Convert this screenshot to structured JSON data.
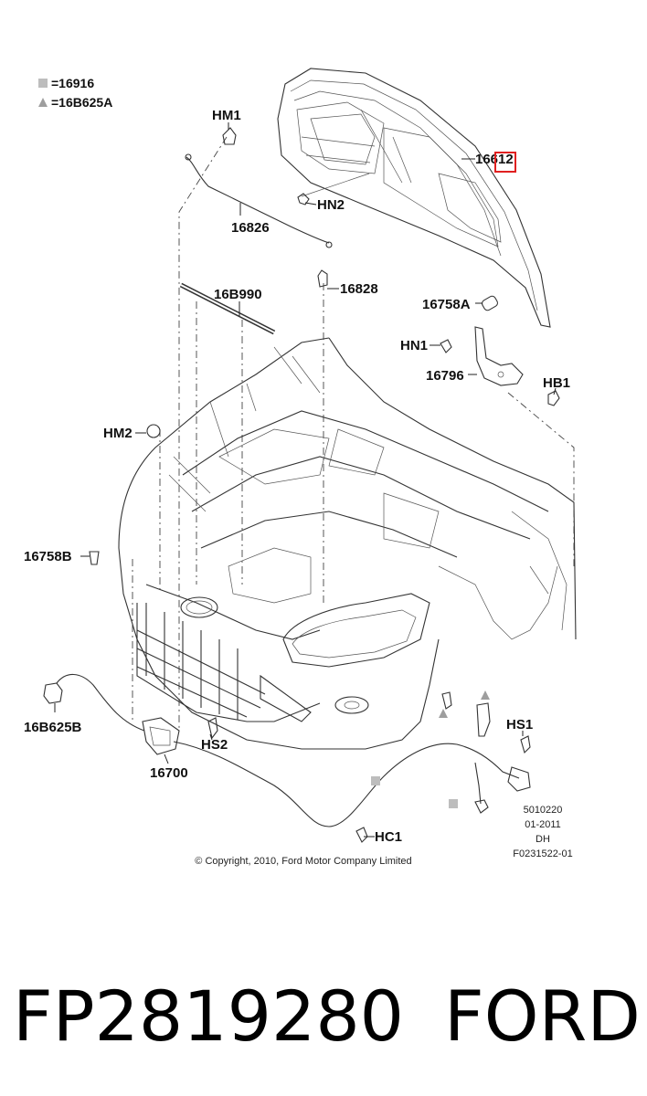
{
  "legend": [
    {
      "symbol": "square",
      "text": "=16916"
    },
    {
      "symbol": "triangle",
      "text": "=16B625A"
    }
  ],
  "callouts": {
    "hm1": "HM1",
    "hn2": "HN2",
    "p16612": "16612",
    "p16826": "16826",
    "p16b990": "16B990",
    "p16828": "16828",
    "p16758a": "16758A",
    "hn1": "HN1",
    "p16796": "16796",
    "hb1": "HB1",
    "hm2": "HM2",
    "p16758b": "16758B",
    "p16b625b": "16B625B",
    "hs2": "HS2",
    "p16700": "16700",
    "hs1": "HS1",
    "hc1": "HC1"
  },
  "info_block": [
    "5010220",
    "01-2011",
    "DH",
    "F0231522-01"
  ],
  "copyright": "© Copyright, 2010, Ford Motor Company Limited",
  "part_number": "FP2819280",
  "brand": "FORD",
  "colors": {
    "highlight": "#e02020",
    "marker_fill": "#bdbdbd"
  }
}
